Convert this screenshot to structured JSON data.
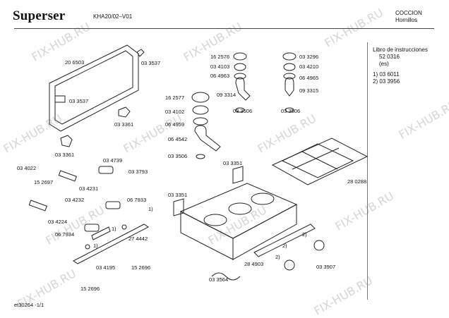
{
  "header": {
    "brand": "Superser",
    "model": "KHA20/02–V01",
    "category": "COCCION",
    "subcategory": "Hornillos"
  },
  "sidebar": {
    "manual_title": "Libro de instrucciones",
    "manual_number": "52 0316",
    "manual_lang": "(es)",
    "note1": "1)  03 6011",
    "note2": "2)  03 3956"
  },
  "footer": {
    "code": "et30264   -1/1"
  },
  "watermark": "FIX-HUB.RU",
  "parts": {
    "p206503": "20 6503",
    "p033537a": "03 3537",
    "p033537b": "03 3537",
    "p033361a": "03 3361",
    "p033361b": "03 3361",
    "p162576": "16 2576",
    "p034103": "03 4103",
    "p064963": "06 4963",
    "p093314": "09 3314",
    "p033506a": "03 3506",
    "p162577": "16 2577",
    "p034102": "03 4102",
    "p064959": "06 4959",
    "p064542": "06 4542",
    "p033506b": "03 3506",
    "p033296": "03 3296",
    "p034210": "03 4210",
    "p064965": "06 4965",
    "p093315": "09 3315",
    "p033506c": "03 3506",
    "p034022": "03 4022",
    "p152697": "15 2697",
    "p034739": "03 4739",
    "p033793": "03 3793",
    "p034231": "03 4231",
    "p034232": "03 4232",
    "p034224": "03 4224",
    "p067933": "06 7933",
    "p067934": "06 7934",
    "p274442": "27 4442",
    "p034195": "03 4195",
    "p152696a": "15 2696",
    "p152696b": "15 2696",
    "p033351a": "03 3351",
    "p033351b": "03 3351",
    "p280288": "28 0288",
    "p284903": "28 4903",
    "p033564": "03 3564",
    "p033907": "03 3907",
    "n1a": "1)",
    "n1b": "1)",
    "n1c": "1)",
    "n2a": "2)",
    "n2b": "2)",
    "n2c": "2)"
  }
}
